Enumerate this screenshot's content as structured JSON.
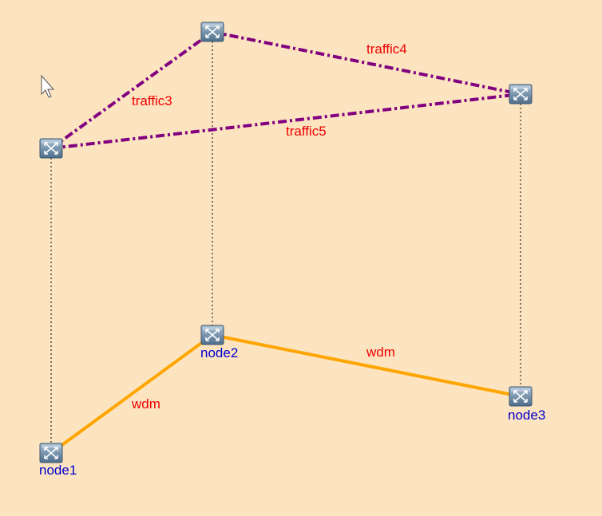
{
  "colors": {
    "background": "#fde4c0",
    "traffic_link": "#800080",
    "wdm_link": "#ffa500",
    "link_label": "#ee0000",
    "node_label": "#0000cc",
    "vertical_guide": "#000000"
  },
  "nodes": [
    {
      "id": "node1",
      "label": "node1"
    },
    {
      "id": "node2",
      "label": "node2"
    },
    {
      "id": "node3",
      "label": "node3"
    }
  ],
  "upper_switches": [
    {
      "id": "upper-node1",
      "icon": "switch-icon"
    },
    {
      "id": "upper-node2",
      "icon": "switch-icon"
    },
    {
      "id": "upper-node3",
      "icon": "switch-icon"
    }
  ],
  "traffic_links": [
    {
      "id": "traffic3",
      "label": "traffic3"
    },
    {
      "id": "traffic4",
      "label": "traffic4"
    },
    {
      "id": "traffic5",
      "label": "traffic5"
    }
  ],
  "wdm_links": [
    {
      "id": "wdm-node1-node2",
      "label": "wdm"
    },
    {
      "id": "wdm-node2-node3",
      "label": "wdm"
    }
  ],
  "cursor": {
    "icon": "mouse-pointer-icon"
  }
}
